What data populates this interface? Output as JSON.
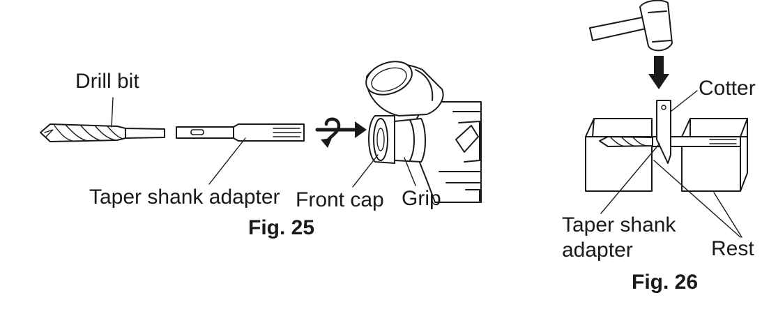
{
  "fig25": {
    "labels": {
      "drill_bit": "Drill bit",
      "taper_shank_adapter": "Taper shank adapter",
      "front_cap": "Front cap",
      "grip": "Grip"
    },
    "caption": "Fig. 25"
  },
  "fig26": {
    "labels": {
      "cotter": "Cotter",
      "taper_shank_line1": "Taper shank",
      "taper_shank_line2": "adapter",
      "rest": "Rest"
    },
    "caption": "Fig. 26"
  },
  "colors": {
    "ink": "#1a1a1a",
    "paper": "#ffffff"
  }
}
